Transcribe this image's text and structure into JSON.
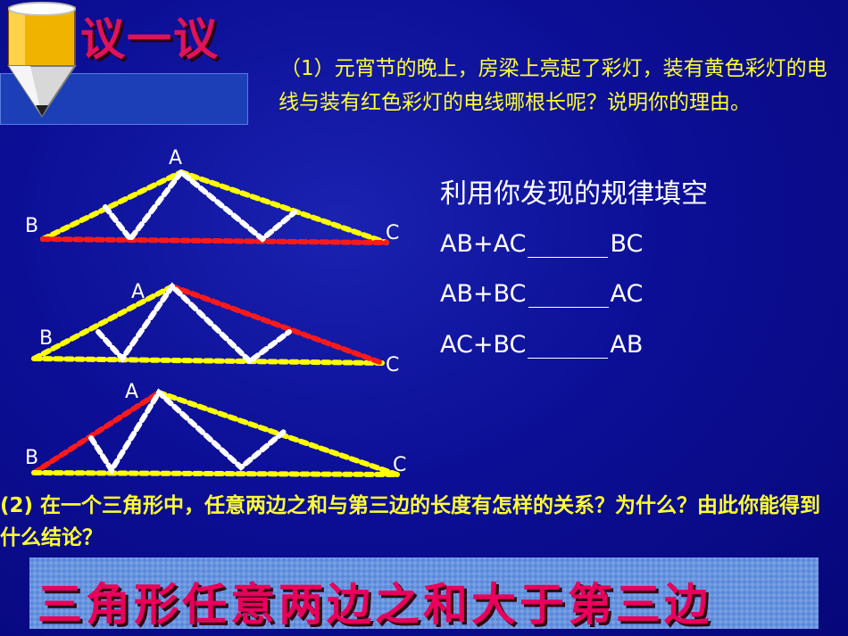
{
  "header": {
    "title": "议一议",
    "icon": "pencil-icon"
  },
  "question1": "（1）元宵节的晚上，房梁上亮起了彩灯，装有黄色彩灯的电线与装有红色彩灯的电线哪根长呢？说明你的理由。",
  "fill_in": {
    "title": "利用你发现的规律填空",
    "rows": [
      {
        "left": "AB+AC",
        "right": "BC"
      },
      {
        "left": "AB+BC",
        "right": "AC"
      },
      {
        "left": "AC+BC",
        "right": "AB"
      }
    ]
  },
  "triangles": [
    {
      "labels": {
        "A": "A",
        "B": "B",
        "C": "C"
      }
    },
    {
      "labels": {
        "A": "A",
        "B": "B",
        "C": "C"
      }
    },
    {
      "labels": {
        "A": "A",
        "B": "B",
        "C": "C"
      }
    }
  ],
  "question2": "(2) 在一个三角形中，任意两边之和与第三边的长度有怎样的关系？为什么？由此你能得到什么结论？",
  "conclusion": "三角形任意两边之和大于第三边",
  "colors": {
    "background": "#0c0f96",
    "question_text": "#ffff33",
    "title": "#e0125a",
    "yellow_lights": "#ffff00",
    "red_lights": "#ff1a1a",
    "white_lights": "#ffffff"
  }
}
